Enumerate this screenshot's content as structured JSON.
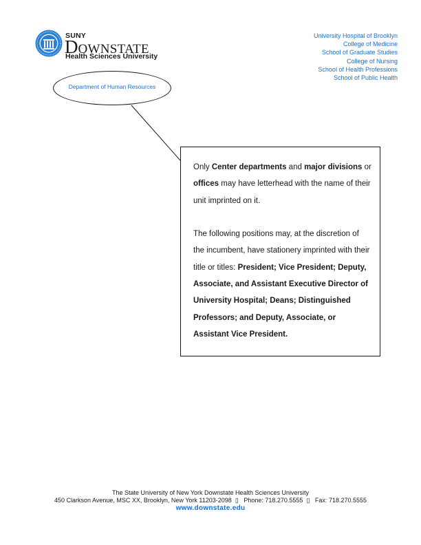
{
  "letterhead": {
    "suny": "SUNY",
    "downstate_initial": "D",
    "downstate_rest": "OWNSTATE",
    "university_name": "Health Sciences University",
    "units": [
      "University Hospital of Brooklyn",
      "College of Medicine",
      "School of Graduate Studies",
      "College of Nursing",
      "School of Health Professions",
      "School of Public Health"
    ]
  },
  "callout": {
    "department": "Department of Human Resources"
  },
  "notice": {
    "p1_a": "Only ",
    "p1_b": "Center departments",
    "p1_c": " and ",
    "p1_d": "major divisions",
    "p1_e": " or ",
    "p1_f": "offices",
    "p1_g": " may have letterhead with the name of their unit imprinted on it.",
    "p2_a": "The following positions may, at the discretion of the incumbent, have stationery imprinted with their title or titles:  ",
    "p2_b": "President; Vice President; Deputy, Associate, and Assistant Executive Director of University Hospital; Deans; Distinguished Professors; and Deputy, Associate, or Assistant Vice President."
  },
  "footer": {
    "line1": "The State University of New York Downstate Health Sciences University",
    "address": "450 Clarkson Avenue, MSC XX, Brooklyn, New York 11203-2098",
    "phone_label": "Phone:",
    "phone": "718.270.5555",
    "fax_label": "Fax:",
    "fax": "718.270.5555",
    "website": "www.downstate.edu"
  },
  "colors": {
    "brand_blue": "#1f6fc4",
    "seal_blue": "#2a7fd4",
    "text": "#1a1a1a"
  },
  "icons": {
    "seal": "university-seal-icon",
    "separator": "missing-glyph-box"
  }
}
